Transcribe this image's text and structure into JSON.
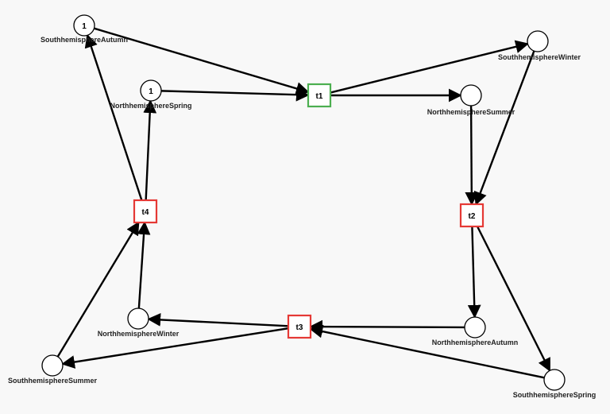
{
  "places": [
    {
      "id": "sa",
      "label": "SouthhemisphereAutumn",
      "tokens": "1"
    },
    {
      "id": "ns",
      "label": "NorthhemisphereSpring",
      "tokens": "1"
    },
    {
      "id": "sw",
      "label": "SouthhemisphereWinter",
      "tokens": ""
    },
    {
      "id": "nsu",
      "label": "NorthhemisphereSummer",
      "tokens": ""
    },
    {
      "id": "nw",
      "label": "NorthhemisphereWinter",
      "tokens": ""
    },
    {
      "id": "ssu",
      "label": "SouthhemisphereSummer",
      "tokens": ""
    },
    {
      "id": "na",
      "label": "NorthhemisphereAutumn",
      "tokens": ""
    },
    {
      "id": "sp",
      "label": "SouthhemisphereSpring",
      "tokens": ""
    }
  ],
  "transitions": [
    {
      "id": "t1",
      "label": "t1",
      "state": "enabled"
    },
    {
      "id": "t2",
      "label": "t2",
      "state": "disabled"
    },
    {
      "id": "t3",
      "label": "t3",
      "state": "disabled"
    },
    {
      "id": "t4",
      "label": "t4",
      "state": "disabled"
    }
  ],
  "arcs": [
    {
      "from": "sa",
      "to": "t1"
    },
    {
      "from": "ns",
      "to": "t1"
    },
    {
      "from": "t1",
      "to": "sw"
    },
    {
      "from": "t1",
      "to": "nsu"
    },
    {
      "from": "nsu",
      "to": "t2"
    },
    {
      "from": "sw",
      "to": "t2"
    },
    {
      "from": "t2",
      "to": "na"
    },
    {
      "from": "t2",
      "to": "sp"
    },
    {
      "from": "na",
      "to": "t3"
    },
    {
      "from": "sp",
      "to": "t3"
    },
    {
      "from": "t3",
      "to": "nw"
    },
    {
      "from": "t3",
      "to": "ssu"
    },
    {
      "from": "nw",
      "to": "t4"
    },
    {
      "from": "ssu",
      "to": "t4"
    },
    {
      "from": "t4",
      "to": "ns"
    },
    {
      "from": "t4",
      "to": "sa"
    }
  ],
  "colors": {
    "background": "#f8f8f8",
    "arc": "#000000",
    "place_stroke": "#000000",
    "place_fill": "#ffffff",
    "transition_enabled": "#4caf50",
    "transition_disabled": "#e53935"
  }
}
